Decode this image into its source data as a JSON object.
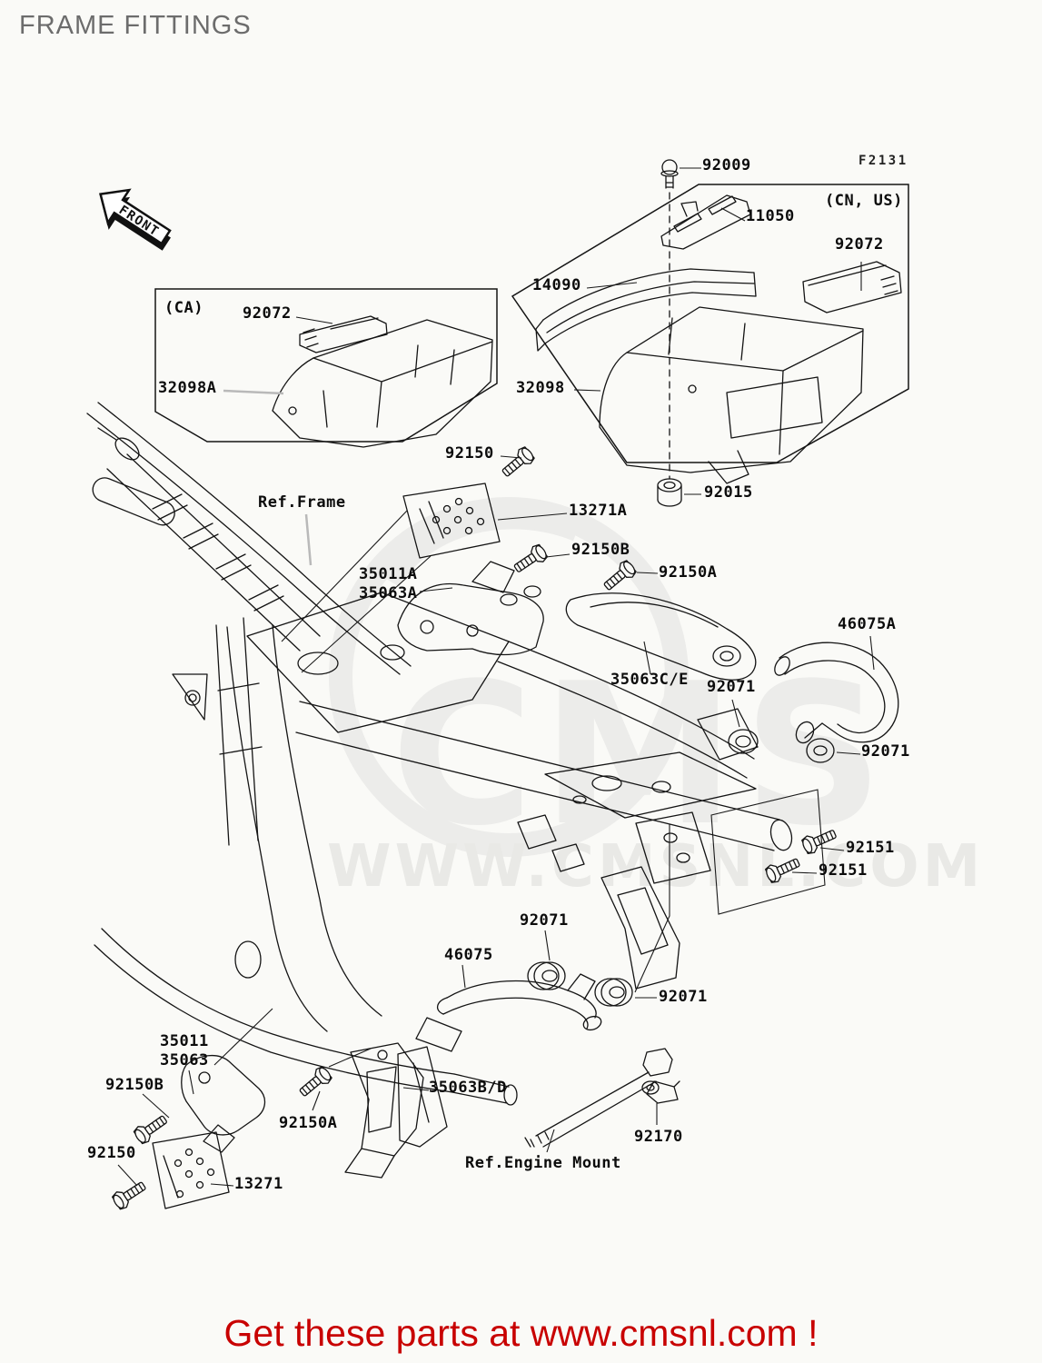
{
  "header": {
    "title": "FRAME FITTINGS"
  },
  "footer": {
    "text": "Get these parts at www.cmsnl.com !",
    "color": "#c80000"
  },
  "diagram": {
    "front_label": "FRONT",
    "line_color": "#141414",
    "watermark": {
      "logo": "CMS",
      "url": "WWW.CMSNL.COM",
      "color": "#ececea"
    },
    "callouts": [
      {
        "text": "92009"
      },
      {
        "text": "11050"
      },
      {
        "text": "92072"
      },
      {
        "text": "14090"
      },
      {
        "text": "32098"
      },
      {
        "text": "92015"
      },
      {
        "text": "(CA)"
      },
      {
        "text": "92072"
      },
      {
        "text": "32098A"
      },
      {
        "text": "(CN, US)"
      },
      {
        "text": "F2131"
      },
      {
        "text": "92150"
      },
      {
        "text": "13271A"
      },
      {
        "text": "Ref.Frame"
      },
      {
        "text": "92150B"
      },
      {
        "text": "35011A"
      },
      {
        "text": "35063A"
      },
      {
        "text": "92150A"
      },
      {
        "text": "35063C/E"
      },
      {
        "text": "92071"
      },
      {
        "text": "46075A"
      },
      {
        "text": "92071"
      },
      {
        "text": "92151"
      },
      {
        "text": "92151"
      },
      {
        "text": "92071"
      },
      {
        "text": "46075"
      },
      {
        "text": "92071"
      },
      {
        "text": "35011"
      },
      {
        "text": "35063"
      },
      {
        "text": "92150B"
      },
      {
        "text": "92150A"
      },
      {
        "text": "92150"
      },
      {
        "text": "13271"
      },
      {
        "text": "35063B/D"
      },
      {
        "text": "92170"
      },
      {
        "text": "Ref.Engine Mount"
      }
    ]
  }
}
